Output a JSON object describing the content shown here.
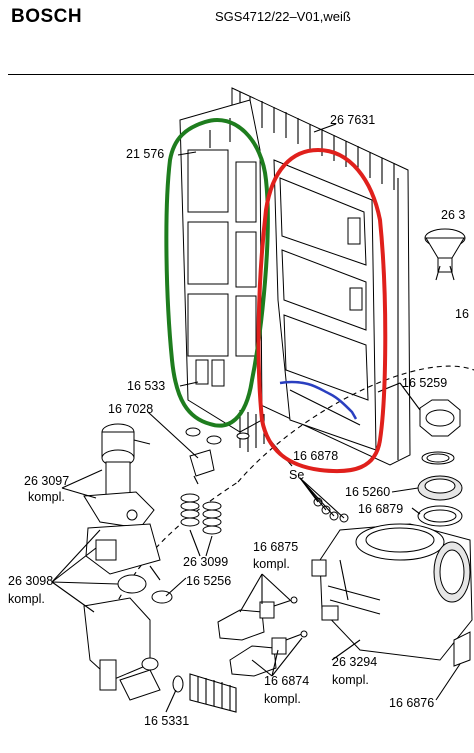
{
  "header": {
    "brand": "BOSCH",
    "model": "SGS4712/22–V01,weiß"
  },
  "labels": {
    "p1": "26 7631",
    "p2": "21 576",
    "p3": "26 3",
    "p4": "16",
    "p5": "16 533",
    "p6": "16 5259",
    "p7": "16 7028",
    "p8": "16 6878",
    "p9": "Se",
    "p10": "26 3097",
    "p11": "kompl.",
    "p12": "16 5260",
    "p13": "16 6879",
    "p14": "26 3099",
    "p15": "16 6875",
    "p16": "kompl.",
    "p17": "26 3098",
    "p18": "kompl.",
    "p19": "16 5256",
    "p20": "26 3294",
    "p21": "kompl.",
    "p22": "16 6874",
    "p23": "kompl.",
    "p24": "16 6876",
    "p25": "16 5331"
  },
  "annotations": {
    "green_outline": "#1e7d1e",
    "red_outline": "#e0201c",
    "blue_stroke": "#2a3fc0"
  }
}
